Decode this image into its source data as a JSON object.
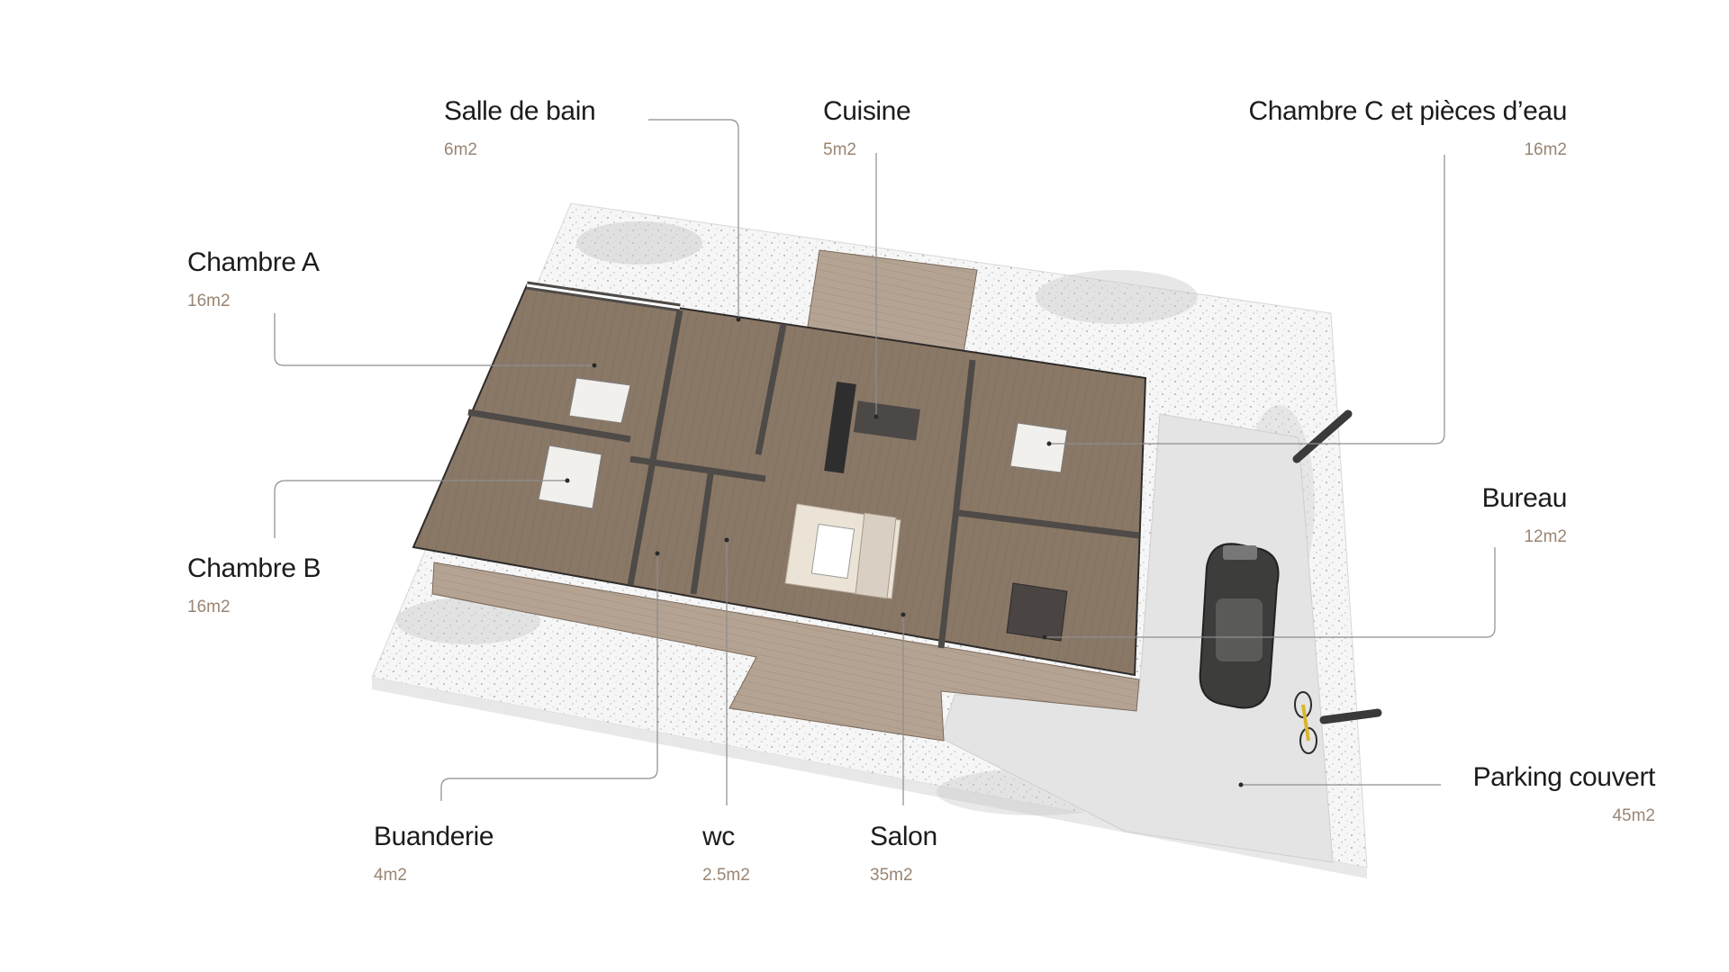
{
  "colors": {
    "leader": "#8d8d8d",
    "area_text": "#9a8572",
    "label_text": "#1c1c1c",
    "floor_wood": "#8a7867",
    "deck_wood": "#b4a393",
    "wall_dark": "#4e4a47",
    "parking": "#e4e4e4",
    "car": "#3d3d3b"
  },
  "rooms": [
    {
      "id": "salle-de-bain",
      "name": "Salle de bain",
      "area": "6m2"
    },
    {
      "id": "cuisine",
      "name": "Cuisine",
      "area": "5m2"
    },
    {
      "id": "chambre-c",
      "name": "Chambre C et pièces d’eau",
      "area": "16m2"
    },
    {
      "id": "chambre-a",
      "name": "Chambre A",
      "area": "16m2"
    },
    {
      "id": "chambre-b",
      "name": "Chambre B",
      "area": "16m2"
    },
    {
      "id": "bureau",
      "name": "Bureau",
      "area": "12m2"
    },
    {
      "id": "buanderie",
      "name": "Buanderie",
      "area": "4m2"
    },
    {
      "id": "wc",
      "name": "wc",
      "area": "2.5m2"
    },
    {
      "id": "salon",
      "name": "Salon",
      "area": "35m2"
    },
    {
      "id": "parking",
      "name": "Parking couvert",
      "area": "45m2"
    }
  ]
}
